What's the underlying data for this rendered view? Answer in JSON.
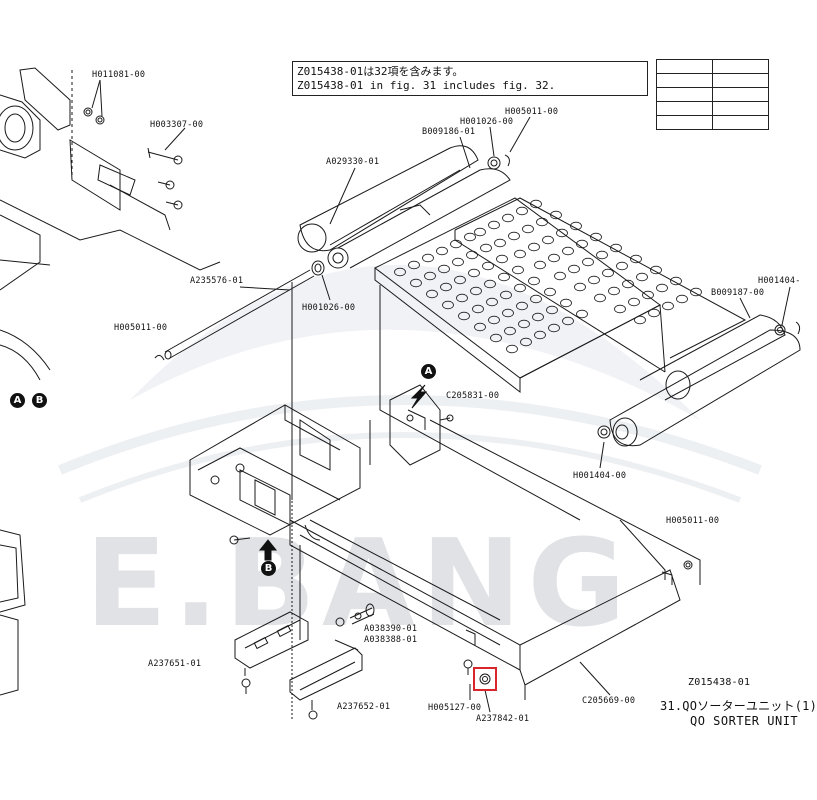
{
  "note": {
    "line1": "Z015438-01は32項を含みます。",
    "line2": "Z015438-01 in fig. 31 includes fig. 32."
  },
  "watermark": "E.BANG",
  "title": {
    "code": "Z015438-01",
    "jp": "31.QOソーターユニット(1)",
    "en": "QO SORTER UNIT"
  },
  "markers": {
    "a": "A",
    "b": "B"
  },
  "parts": {
    "h011081": "H011081-00",
    "h003307": "H003307-00",
    "a235576": "A235576-01",
    "h005011_left": "H005011-00",
    "a029330": "A029330-01",
    "b009186": "B009186-01",
    "h001026_top": "H001026-00",
    "h005011_top": "H005011-00",
    "h001026_mid": "H001026-00",
    "h001404_right": "H001404-",
    "b009187": "B009187-00",
    "c205831": "C205831-00",
    "h001404_mid": "H001404-00",
    "h005011_right": "H005011-00",
    "a038390": "A038390-01",
    "a038388": "A038388-01",
    "a237651": "A237651-01",
    "a237652": "A237652-01",
    "h005127": "H005127-00",
    "a237842": "A237842-01",
    "c205669": "C205669-00"
  },
  "colors": {
    "line": "#1a1a1a",
    "highlight": "#d9262b",
    "watermark": "#c9ccd2"
  }
}
